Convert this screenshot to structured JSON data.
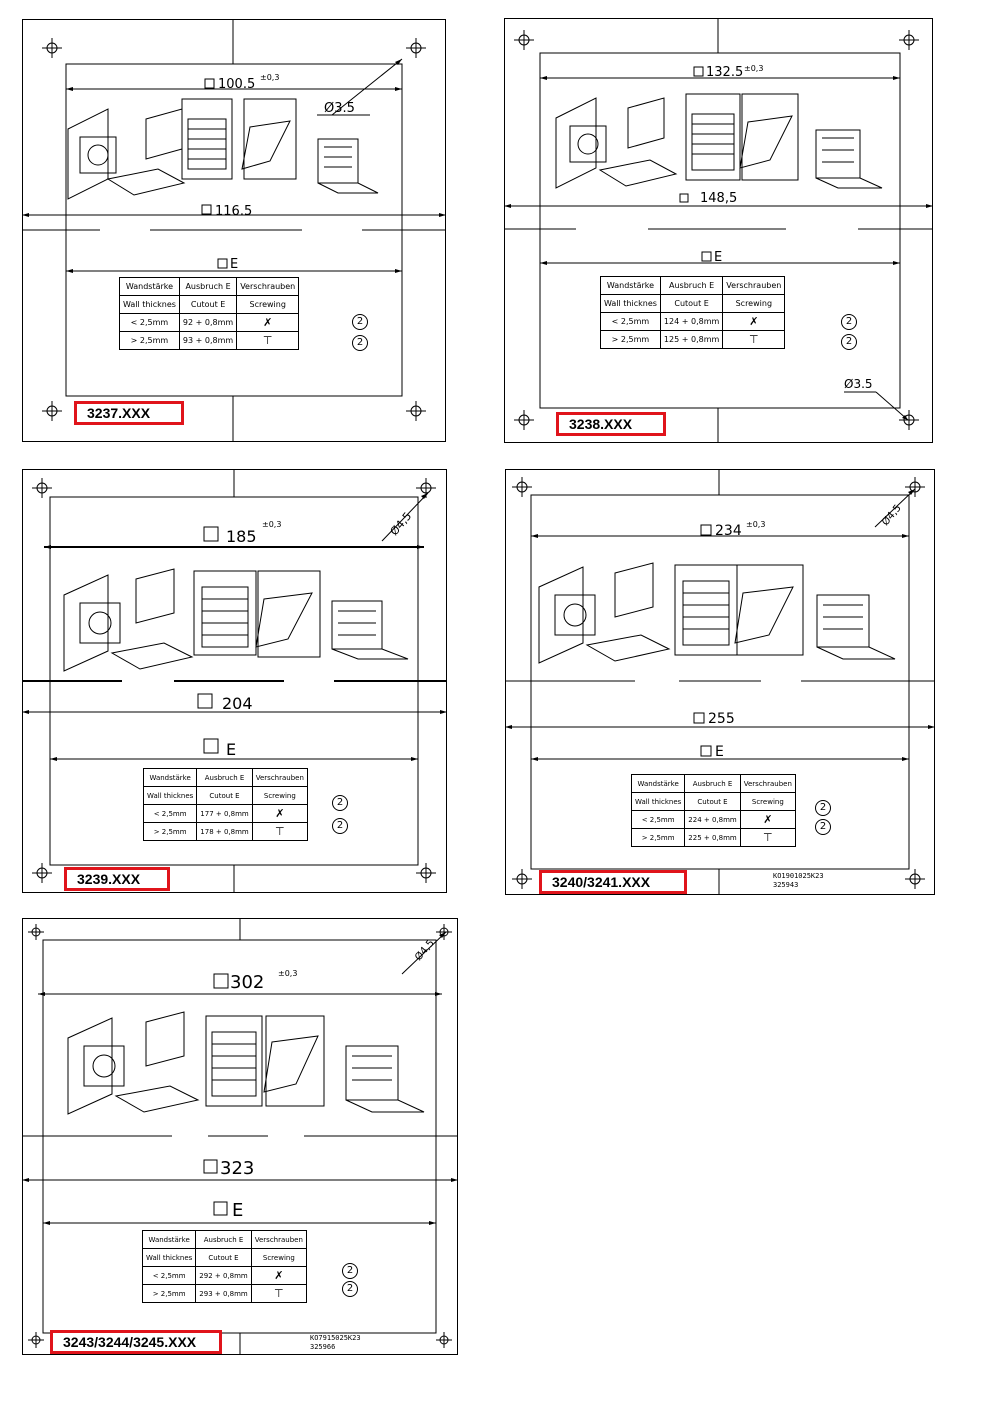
{
  "colors": {
    "label_border": "#e0141b",
    "line": "#000000"
  },
  "drawings": [
    {
      "id": "3237",
      "outer_dim": "100.5",
      "tolerance": "±0,3",
      "hole_dim": "Ø3.5",
      "frame_dim": "116.5",
      "cutout_label": "E",
      "table": {
        "headers": [
          "Wandstärke",
          "Ausbruch E",
          "Verschrauben"
        ],
        "headers_en": [
          "Wall thicknes",
          "Cutout E",
          "Screwing"
        ],
        "rows": [
          {
            "thickness": "< 2,5mm",
            "cutout": "92 + 0,8mm",
            "icon": "clip-icon",
            "callout": "2"
          },
          {
            "thickness": "> 2,5mm",
            "cutout": "93 + 0,8mm",
            "icon": "screw-icon",
            "callout": "2"
          }
        ]
      },
      "label": "3237.XXX",
      "stamp": [
        "",
        ""
      ]
    },
    {
      "id": "3238",
      "outer_dim": "132.5",
      "tolerance": "±0,3",
      "hole_dim": "Ø3.5",
      "frame_dim": "148,5",
      "cutout_label": "E",
      "table": {
        "headers": [
          "Wandstärke",
          "Ausbruch E",
          "Verschrauben"
        ],
        "headers_en": [
          "Wall thicknes",
          "Cutout E",
          "Screwing"
        ],
        "rows": [
          {
            "thickness": "< 2,5mm",
            "cutout": "124 + 0,8mm",
            "icon": "clip-icon",
            "callout": "2"
          },
          {
            "thickness": "> 2,5mm",
            "cutout": "125 + 0,8mm",
            "icon": "screw-icon",
            "callout": "2"
          }
        ]
      },
      "label": "3238.XXX",
      "stamp": [
        "",
        ""
      ]
    },
    {
      "id": "3239",
      "outer_dim": "185",
      "tolerance": "±0,3",
      "hole_dim": "Ø4,5",
      "frame_dim": "204",
      "cutout_label": "E",
      "table": {
        "headers": [
          "Wandstärke",
          "Ausbruch E",
          "Verschrauben"
        ],
        "headers_en": [
          "Wall thicknes",
          "Cutout E",
          "Screwing"
        ],
        "rows": [
          {
            "thickness": "< 2,5mm",
            "cutout": "177 + 0,8mm",
            "icon": "clip-icon",
            "callout": "2"
          },
          {
            "thickness": "> 2,5mm",
            "cutout": "178 + 0,8mm",
            "icon": "screw-icon",
            "callout": "2"
          }
        ]
      },
      "label": "3239.XXX",
      "stamp": [
        "",
        ""
      ]
    },
    {
      "id": "3240",
      "outer_dim": "234",
      "tolerance": "±0,3",
      "hole_dim": "Ø4,5",
      "frame_dim": "255",
      "cutout_label": "E",
      "table": {
        "headers": [
          "Wandstärke",
          "Ausbruch E",
          "Verschrauben"
        ],
        "headers_en": [
          "Wall thicknes",
          "Cutout E",
          "Screwing"
        ],
        "rows": [
          {
            "thickness": "< 2,5mm",
            "cutout": "224 + 0,8mm",
            "icon": "clip-icon",
            "callout": "2"
          },
          {
            "thickness": "> 2,5mm",
            "cutout": "225 + 0,8mm",
            "icon": "screw-icon",
            "callout": "2"
          }
        ]
      },
      "label": "3240/3241.XXX",
      "stamp": [
        "KO1901025K23",
        "325943"
      ]
    },
    {
      "id": "3243",
      "outer_dim": "302",
      "tolerance": "±0,3",
      "hole_dim": "Ø4,5",
      "frame_dim": "323",
      "cutout_label": "E",
      "table": {
        "headers": [
          "Wandstärke",
          "Ausbruch E",
          "Verschrauben"
        ],
        "headers_en": [
          "Wall thicknes",
          "Cutout E",
          "Screwing"
        ],
        "rows": [
          {
            "thickness": "< 2,5mm",
            "cutout": "292 + 0,8mm",
            "icon": "clip-icon",
            "callout": "2"
          },
          {
            "thickness": "> 2,5mm",
            "cutout": "293 + 0,8mm",
            "icon": "screw-icon",
            "callout": "2"
          }
        ]
      },
      "label": "3243/3244/3245.XXX",
      "stamp": [
        "KO7915025K23",
        "325966"
      ]
    }
  ]
}
